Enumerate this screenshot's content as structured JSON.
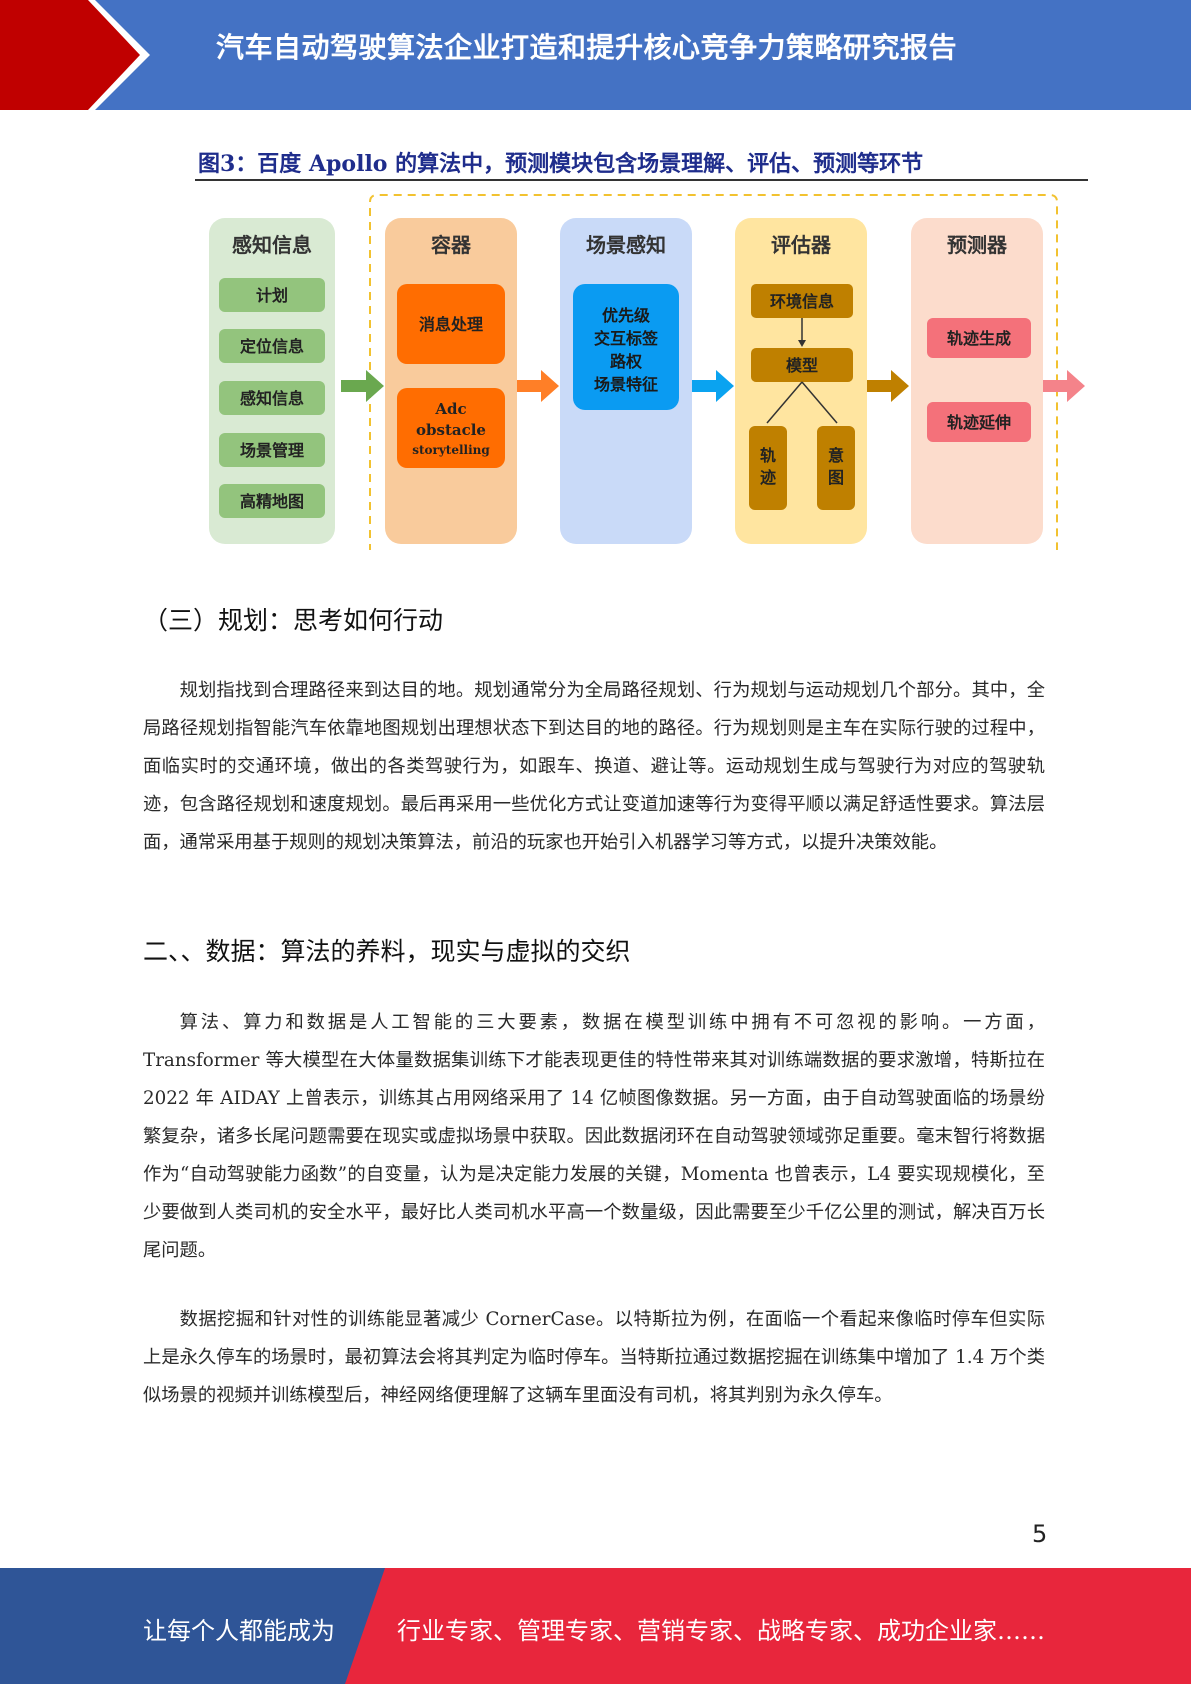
{
  "header": {
    "title": "汽车自动驾驶算法企业打造和提升核心竞争力策略研究报告",
    "colors": {
      "bar": "#4472c4",
      "accent": "#c00000"
    }
  },
  "figure": {
    "caption": "图3：百度 Apollo 的算法中，预测模块包含场景理解、评估、预测等环节",
    "columns": [
      {
        "title": "感知信息",
        "items": [
          "计划",
          "定位信息",
          "感知信息",
          "场景管理",
          "高精地图"
        ]
      },
      {
        "title": "容器",
        "items": [
          "消息处理",
          "Adc",
          "obstacle",
          "storytelling"
        ]
      },
      {
        "title": "场景感知",
        "items": [
          "优先级",
          "交互标签",
          "路权",
          "场景特征"
        ]
      },
      {
        "title": "评估器",
        "items": [
          "环境信息",
          "模型",
          "轨",
          "迹",
          "意",
          "图"
        ]
      },
      {
        "title": "预测器",
        "items": [
          "轨迹生成",
          "轨迹延伸"
        ]
      }
    ]
  },
  "sections": [
    {
      "heading": "（三）规划：思考如何行动",
      "paragraphs": [
        "规划指找到合理路径来到达目的地。规划通常分为全局路径规划、行为规划与运动规划几个部分。其中，全局路径规划指智能汽车依靠地图规划出理想状态下到达目的地的路径。行为规划则是主车在实际行驶的过程中，面临实时的交通环境，做出的各类驾驶行为，如跟车、换道、避让等。运动规划生成与驾驶行为对应的驾驶轨迹，包含路径规划和速度规划。最后再采用一些优化方式让变道加速等行为变得平顺以满足舒适性要求。算法层面，通常采用基于规则的规划决策算法，前沿的玩家也开始引入机器学习等方式，以提升决策效能。"
      ]
    },
    {
      "heading": "二、、数据：算法的养料，现实与虚拟的交织",
      "paragraphs": [
        "算法、算力和数据是人工智能的三大要素，数据在模型训练中拥有不可忽视的影响。一方面，Transformer 等大模型在大体量数据集训练下才能表现更佳的特性带来其对训练端数据的要求激增，特斯拉在 2022 年 AIDAY 上曾表示，训练其占用网络采用了 14 亿帧图像数据。另一方面，由于自动驾驶面临的场景纷繁复杂，诸多长尾问题需要在现实或虚拟场景中获取。因此数据闭环在自动驾驶领域弥足重要。毫末智行将数据作为“自动驾驶能力函数”的自变量，认为是决定能力发展的关键，Momenta 也曾表示，L4 要实现规模化，至少要做到人类司机的安全水平，最好比人类司机水平高一个数量级，因此需要至少千亿公里的测试，解决百万长尾问题。",
        "数据挖掘和针对性的训练能显著减少 CornerCase。以特斯拉为例，在面临一个看起来像临时停车但实际上是永久停车的场景时，最初算法会将其判定为临时停车。当特斯拉通过数据挖掘在训练集中增加了 1.4 万个类似场景的视频并训练模型后，神经网络便理解了这辆车里面没有司机，将其判别为永久停车。"
      ]
    }
  ],
  "page_number": "5",
  "footer": {
    "left": "让每个人都能成为",
    "right": "行业专家、管理专家、营销专家、战略专家、成功企业家……",
    "colors": {
      "left_bg": "#2f5597",
      "right_bg": "#e8263c"
    }
  }
}
